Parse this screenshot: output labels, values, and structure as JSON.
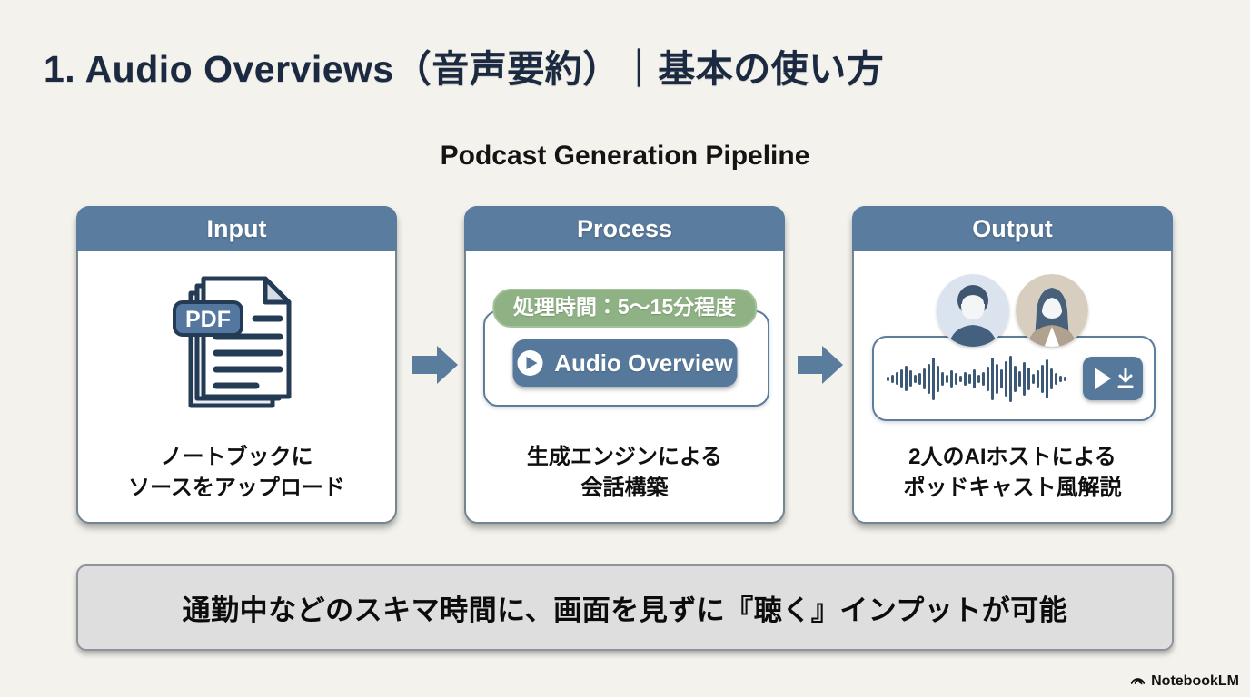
{
  "page": {
    "title": "1. Audio Overviews（音声要約）｜基本の使い方",
    "subtitle": "Podcast Generation Pipeline"
  },
  "pipeline": {
    "input": {
      "header": "Input",
      "pdf_label": "PDF",
      "caption_line1": "ノートブックに",
      "caption_line2": "ソースをアップロード"
    },
    "process": {
      "header": "Process",
      "badge": "処理時間：5〜15分程度",
      "button_label": "Audio Overview",
      "caption_line1": "生成エンジンによる",
      "caption_line2": "会話構築"
    },
    "output": {
      "header": "Output",
      "caption_line1": "2人のAIホストによる",
      "caption_line2": "ポッドキャスト風解説",
      "waveform_heights": [
        5,
        9,
        14,
        20,
        28,
        18,
        9,
        13,
        23,
        33,
        47,
        29,
        15,
        9,
        19,
        13,
        7,
        15,
        11,
        21,
        9,
        15,
        27,
        47,
        33,
        21,
        39,
        51,
        29,
        17,
        37,
        25,
        11,
        19,
        31,
        43,
        23,
        13,
        7,
        5
      ]
    }
  },
  "banner": {
    "text": "通勤中などのスキマ時間に、画面を見ずに『聴く』インプットが可能"
  },
  "footer": {
    "brand": "NotebookLM"
  },
  "icons": {
    "play_icon": "▶",
    "download_icon": "⭳",
    "arrow_icon": "➡"
  },
  "colors": {
    "background": "#f4f2ec",
    "title_navy": "#1b2a40",
    "header_blue": "#5a7c9e",
    "button_blue": "#56799b",
    "badge_green": "#8fb285",
    "arrow_blue": "#5a7d9e",
    "waveform_slate": "#3c5a77",
    "banner_gray": "#dedede"
  }
}
